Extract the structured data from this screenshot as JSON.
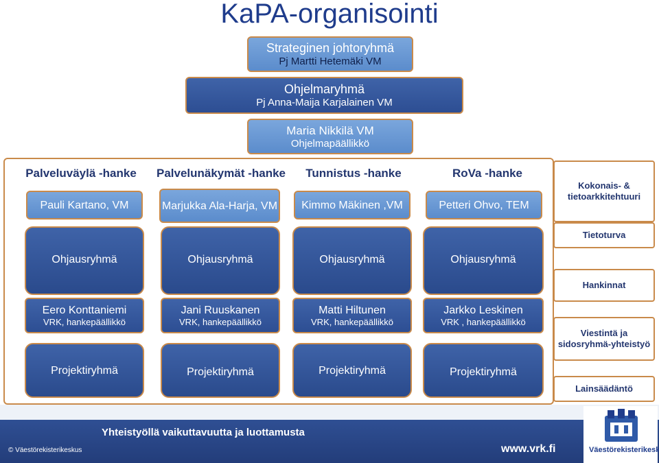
{
  "title": "KaPA-organisointi",
  "strategic": {
    "line1": "Strateginen johtoryhmä",
    "line2": "Pj  Martti Hetemäki VM"
  },
  "program": {
    "line1": "Ohjelmaryhmä",
    "line2": "Pj Anna-Maija Karjalainen VM"
  },
  "manager": {
    "line1": "Maria Nikkilä VM",
    "line2": "Ohjelmapäällikkö"
  },
  "projects": [
    {
      "title": "Palveluväylä -hanke",
      "lead": "Pauli Kartano, VM",
      "steering": "Ohjausryhmä",
      "manager_name": "Eero Konttaniemi",
      "manager_role": "VRK, hankepäällikkö",
      "team": "Projektiryhmä"
    },
    {
      "title": "Palvelunäkymät -hanke",
      "lead": "Marjukka Ala-Harja, VM",
      "steering": "Ohjausryhmä",
      "manager_name": "Jani Ruuskanen",
      "manager_role": "VRK, hankepäällikkö",
      "team": "Projektiryhmä"
    },
    {
      "title": "Tunnistus -hanke",
      "lead": "Kimmo Mäkinen ,VM",
      "steering": "Ohjausryhmä",
      "manager_name": "Matti Hiltunen",
      "manager_role": "VRK, hankepäällikkö",
      "team": "Projektiryhmä"
    },
    {
      "title": "RoVa -hanke",
      "lead": "Petteri Ohvo, TEM",
      "steering": "Ohjausryhmä",
      "manager_name": "Jarkko Leskinen",
      "manager_role": "VRK , hankepäällikkö",
      "team": "Projektiryhmä"
    }
  ],
  "side": [
    "Kokonais- & tietoarkkitehtuuri",
    "Tietoturva",
    "Hankinnat",
    "Viestintä ja sidosryhmä-yhteistyö",
    "Lainsäädäntö"
  ],
  "footer": {
    "slogan": "Yhteistyöllä vaikuttavuutta ja luottamusta",
    "copyright": "© Väestörekisterikeskus",
    "url": "www.vrk.fi",
    "logo_text": "Väestörekisterikeskus"
  },
  "colors": {
    "dark_blue": "#2d4e93",
    "light_blue": "#6a98d4",
    "border": "#c98a4a",
    "text_blue": "#23366f"
  }
}
